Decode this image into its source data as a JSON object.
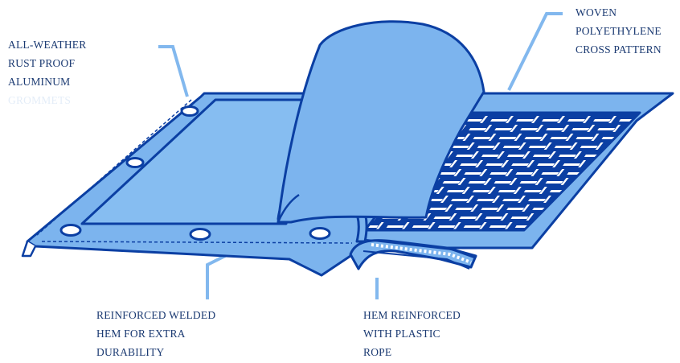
{
  "colors": {
    "outline": "#0b3fa3",
    "tarp_fill": "#7cb4ee",
    "tarp_light": "#86bdf1",
    "leader": "#82b8ee",
    "background": "#ffffff",
    "label_text": "#1b3a72"
  },
  "callouts": {
    "grommets": {
      "lines": [
        "ALL-WEATHER",
        "RUST PROOF",
        "ALUMINUM",
        "GROMMETS"
      ]
    },
    "woven": {
      "lines": [
        "WOVEN",
        "POLYETHYLENE",
        "CROSS PATTERN"
      ]
    },
    "welded_hem": {
      "lines": [
        "REINFORCED WELDED",
        "HEM FOR EXTRA",
        "DURABILITY"
      ]
    },
    "rope_hem": {
      "lines": [
        "HEM REINFORCED",
        "WITH PLASTIC",
        "ROPE"
      ]
    }
  }
}
